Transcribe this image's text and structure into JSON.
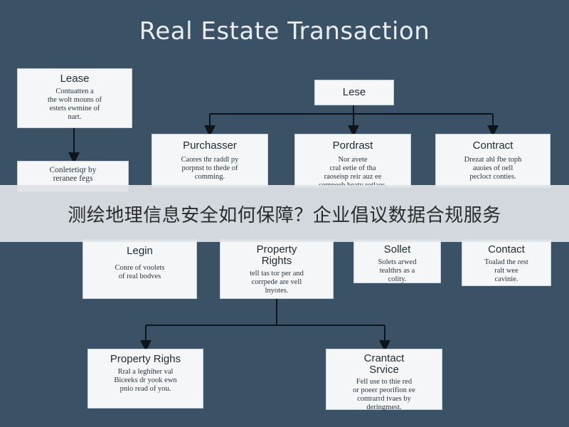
{
  "diagram": {
    "title": "Real Estate Transaction",
    "nodes": {
      "lease_left": {
        "heading": "Lease",
        "text": [
          "Contuatten a",
          "the wolt mouns of",
          "estets ewmine of",
          "nart."
        ]
      },
      "lease_small": {
        "heading": "",
        "text": [
          "Conletetiqr by",
          "reranee fegs"
        ]
      },
      "lese_top": {
        "heading": "Lese",
        "text": []
      },
      "purchasser": {
        "heading": "Purchasser",
        "text": [
          "Caores thr raddl py",
          "porpnst to thede of",
          "comming."
        ]
      },
      "pordrast": {
        "heading": "Pordrast",
        "text": [
          "Nor avete",
          "cral eetie of tha",
          "raoseisp reir auz ee",
          "cempeeb beaty rotlaes."
        ]
      },
      "contract": {
        "heading": "Contract",
        "text": [
          "Drezat ahl fbe toph",
          "auoies of oell",
          "pecloct conties."
        ]
      },
      "legin": {
        "heading": "Legin",
        "text": [
          "Conre of voolets",
          "of real bodves"
        ]
      },
      "property_rights_mid": {
        "heading": "Property Rights",
        "text": [
          "tell tas tor per and",
          "corrpede are vell",
          "lnyotes."
        ]
      },
      "sollet": {
        "heading": "Sollet",
        "text": [
          "Solets arwed",
          "tealthrs as a",
          "colity."
        ]
      },
      "contact": {
        "heading": "Contact",
        "text": [
          "Toalad the rest",
          "ralt wee",
          "cavinie."
        ]
      },
      "property_rights_bottom": {
        "heading": "Property Righs",
        "text": [
          "Rral a leghiher val",
          "Biceeks dr yook ewn",
          "pnio read of you."
        ]
      },
      "crantact": {
        "heading": "Crantact Srvice",
        "text": [
          "Fell use to thie red",
          "or poeer peorifion ee",
          "comrarrd tvaes by",
          "deringmest."
        ]
      }
    }
  },
  "overlay": {
    "text": "测绘地理信息安全如何保障？企业倡议数据合规服务"
  }
}
